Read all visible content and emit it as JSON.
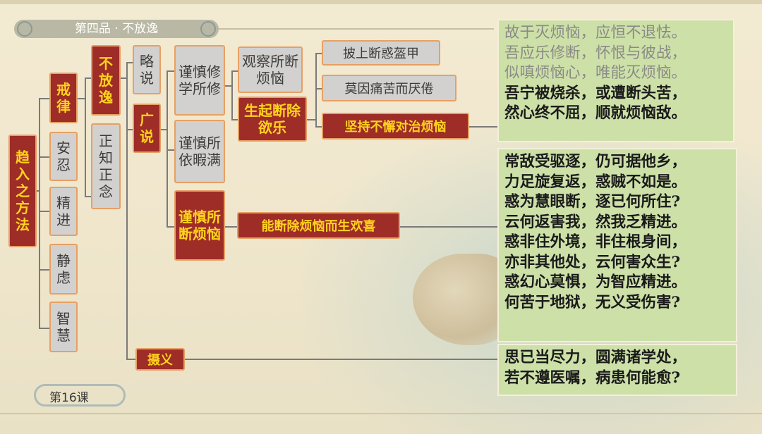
{
  "header": {
    "chapter": "第四品 · 不放逸"
  },
  "footer": {
    "lesson": "第16课"
  },
  "tree": {
    "root": "趋入之方法",
    "level1": [
      "戒律",
      "安忍",
      "精进",
      "静虑",
      "智慧"
    ],
    "level2": [
      "不放逸",
      "正知正念"
    ],
    "level3": [
      "略说",
      "广说",
      "摄义"
    ],
    "level4": [
      "谨慎修学所修",
      "谨慎所依暇满",
      "谨慎所断烦恼"
    ],
    "level5": [
      "观察所断烦恼",
      "生起断除欲乐",
      "能断除烦恼而生欢喜"
    ],
    "level6": [
      "披上断惑盔甲",
      "莫因痛苦而厌倦",
      "坚持不懈对治烦恼"
    ]
  },
  "verses": {
    "box1": {
      "faint": [
        "故于灭烦恼，应恒不退怯。",
        "吾应乐修断，怀恨与彼战，",
        "似嗔烦恼心，唯能灭烦恼。"
      ],
      "bold": [
        "吾宁被烧杀，或遭断头苦，",
        "然心终不屈，顺就烦恼敌。"
      ]
    },
    "box2": [
      "常敌受驱逐，仍可据他乡，",
      "力足旋复返，惑贼不如是。",
      "惑为慧眼断，逐已何所住?",
      "云何返害我，然我乏精进。",
      "惑非住外境，非住根身间，",
      "亦非其他处，云何害众生?",
      "惑幻心莫惧，为智应精进。",
      "何苦于地狱，无义受伤害?"
    ],
    "box3": [
      "思已当尽力，圆满诸学处，",
      "若不遵医嘱，病患何能愈?"
    ]
  },
  "colors": {
    "red_box": "#9e2c27",
    "red_text": "#ffd21e",
    "border": "#e6a064",
    "grey_box": "#d2d1cf",
    "verse_bg": "#cde0a8"
  }
}
